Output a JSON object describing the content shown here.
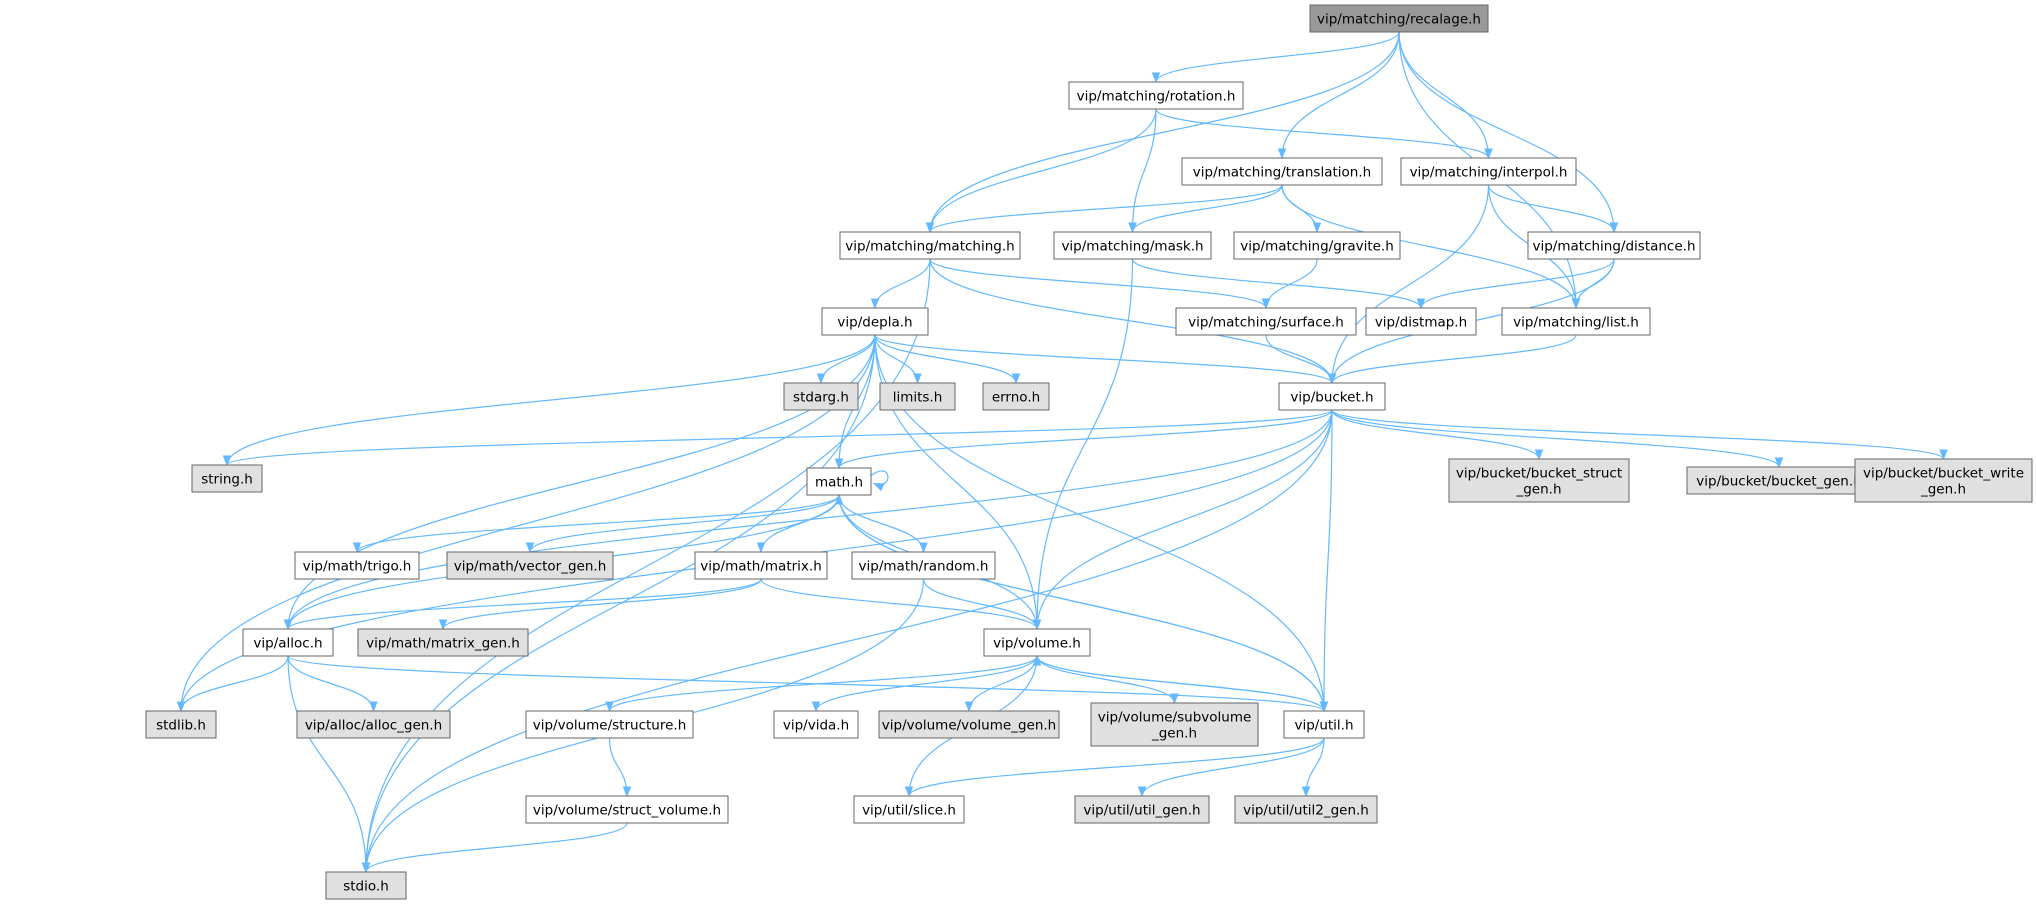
{
  "colors": {
    "edge": "#63b8ff",
    "root_fill": "#999999",
    "internal_fill": "#ffffff",
    "external_fill": "#e0e0e0",
    "border": "#666666"
  },
  "nodes": [
    {
      "id": "recalage",
      "label": "vip/matching/recalage.h",
      "kind": "root"
    },
    {
      "id": "rotation",
      "label": "vip/matching/rotation.h",
      "kind": "internal"
    },
    {
      "id": "translation",
      "label": "vip/matching/translation.h",
      "kind": "internal"
    },
    {
      "id": "interpol",
      "label": "vip/matching/interpol.h",
      "kind": "internal"
    },
    {
      "id": "matching",
      "label": "vip/matching/matching.h",
      "kind": "internal"
    },
    {
      "id": "mask",
      "label": "vip/matching/mask.h",
      "kind": "internal"
    },
    {
      "id": "gravite",
      "label": "vip/matching/gravite.h",
      "kind": "internal"
    },
    {
      "id": "distance",
      "label": "vip/matching/distance.h",
      "kind": "internal"
    },
    {
      "id": "depla",
      "label": "vip/depla.h",
      "kind": "internal"
    },
    {
      "id": "surface",
      "label": "vip/matching/surface.h",
      "kind": "internal"
    },
    {
      "id": "distmap",
      "label": "vip/distmap.h",
      "kind": "internal"
    },
    {
      "id": "list",
      "label": "vip/matching/list.h",
      "kind": "internal"
    },
    {
      "id": "stdarg",
      "label": "stdarg.h",
      "kind": "external"
    },
    {
      "id": "limits",
      "label": "limits.h",
      "kind": "external"
    },
    {
      "id": "errno",
      "label": "errno.h",
      "kind": "external"
    },
    {
      "id": "bucket",
      "label": "vip/bucket.h",
      "kind": "internal"
    },
    {
      "id": "string",
      "label": "string.h",
      "kind": "external"
    },
    {
      "id": "math",
      "label": "math.h",
      "kind": "internal"
    },
    {
      "id": "bstruct",
      "label": "vip/bucket/bucket_struct\n_gen.h",
      "kind": "external"
    },
    {
      "id": "bgen",
      "label": "vip/bucket/bucket_gen.h",
      "kind": "external"
    },
    {
      "id": "bwrite",
      "label": "vip/bucket/bucket_write\n_gen.h",
      "kind": "external"
    },
    {
      "id": "trigo",
      "label": "vip/math/trigo.h",
      "kind": "internal"
    },
    {
      "id": "vecgen",
      "label": "vip/math/vector_gen.h",
      "kind": "external"
    },
    {
      "id": "matrix",
      "label": "vip/math/matrix.h",
      "kind": "internal"
    },
    {
      "id": "random",
      "label": "vip/math/random.h",
      "kind": "internal"
    },
    {
      "id": "alloc",
      "label": "vip/alloc.h",
      "kind": "internal"
    },
    {
      "id": "matgen",
      "label": "vip/math/matrix_gen.h",
      "kind": "external"
    },
    {
      "id": "volume",
      "label": "vip/volume.h",
      "kind": "internal"
    },
    {
      "id": "stdlib",
      "label": "stdlib.h",
      "kind": "external"
    },
    {
      "id": "allocgen",
      "label": "vip/alloc/alloc_gen.h",
      "kind": "external"
    },
    {
      "id": "vstruct",
      "label": "vip/volume/structure.h",
      "kind": "internal"
    },
    {
      "id": "vida",
      "label": "vip/vida.h",
      "kind": "internal"
    },
    {
      "id": "volgen",
      "label": "vip/volume/volume_gen.h",
      "kind": "external"
    },
    {
      "id": "subvol",
      "label": "vip/volume/subvolume\n_gen.h",
      "kind": "external"
    },
    {
      "id": "util",
      "label": "vip/util.h",
      "kind": "internal"
    },
    {
      "id": "structvol",
      "label": "vip/volume/struct_volume.h",
      "kind": "internal"
    },
    {
      "id": "slice",
      "label": "vip/util/slice.h",
      "kind": "internal"
    },
    {
      "id": "utilgen",
      "label": "vip/util/util_gen.h",
      "kind": "external"
    },
    {
      "id": "util2gen",
      "label": "vip/util/util2_gen.h",
      "kind": "external"
    },
    {
      "id": "stdio",
      "label": "stdio.h",
      "kind": "external"
    }
  ],
  "edges": [
    [
      "recalage",
      "rotation"
    ],
    [
      "recalage",
      "translation"
    ],
    [
      "recalage",
      "interpol"
    ],
    [
      "recalage",
      "matching"
    ],
    [
      "recalage",
      "distance"
    ],
    [
      "recalage",
      "list"
    ],
    [
      "rotation",
      "matching"
    ],
    [
      "rotation",
      "mask"
    ],
    [
      "rotation",
      "interpol"
    ],
    [
      "translation",
      "matching"
    ],
    [
      "translation",
      "mask"
    ],
    [
      "translation",
      "gravite"
    ],
    [
      "translation",
      "list"
    ],
    [
      "interpol",
      "distance"
    ],
    [
      "interpol",
      "list"
    ],
    [
      "interpol",
      "bucket"
    ],
    [
      "matching",
      "depla"
    ],
    [
      "matching",
      "surface"
    ],
    [
      "matching",
      "bucket"
    ],
    [
      "matching",
      "stdio"
    ],
    [
      "mask",
      "distmap"
    ],
    [
      "mask",
      "volume"
    ],
    [
      "gravite",
      "surface"
    ],
    [
      "distance",
      "distmap"
    ],
    [
      "distance",
      "list"
    ],
    [
      "distance",
      "bucket"
    ],
    [
      "surface",
      "bucket"
    ],
    [
      "list",
      "bucket"
    ],
    [
      "depla",
      "stdarg"
    ],
    [
      "depla",
      "limits"
    ],
    [
      "depla",
      "errno"
    ],
    [
      "depla",
      "bucket"
    ],
    [
      "depla",
      "string"
    ],
    [
      "depla",
      "math"
    ],
    [
      "depla",
      "alloc"
    ],
    [
      "depla",
      "volume"
    ],
    [
      "depla",
      "util"
    ],
    [
      "depla",
      "stdlib"
    ],
    [
      "depla",
      "stdio"
    ],
    [
      "bucket",
      "string"
    ],
    [
      "bucket",
      "math"
    ],
    [
      "bucket",
      "bstruct"
    ],
    [
      "bucket",
      "bgen"
    ],
    [
      "bucket",
      "bwrite"
    ],
    [
      "bucket",
      "alloc"
    ],
    [
      "bucket",
      "volume"
    ],
    [
      "bucket",
      "util"
    ],
    [
      "bucket",
      "stdlib"
    ],
    [
      "bucket",
      "stdio"
    ],
    [
      "math",
      "math"
    ],
    [
      "math",
      "trigo"
    ],
    [
      "math",
      "vecgen"
    ],
    [
      "math",
      "matrix"
    ],
    [
      "math",
      "random"
    ],
    [
      "math",
      "alloc"
    ],
    [
      "math",
      "volume"
    ],
    [
      "math",
      "util"
    ],
    [
      "matrix",
      "alloc"
    ],
    [
      "matrix",
      "matgen"
    ],
    [
      "matrix",
      "volume"
    ],
    [
      "random",
      "volume"
    ],
    [
      "random",
      "stdio"
    ],
    [
      "alloc",
      "stdlib"
    ],
    [
      "alloc",
      "allocgen"
    ],
    [
      "alloc",
      "stdio"
    ],
    [
      "alloc",
      "util"
    ],
    [
      "volume",
      "vstruct"
    ],
    [
      "volume",
      "vida"
    ],
    [
      "volume",
      "volgen"
    ],
    [
      "volume",
      "subvol"
    ],
    [
      "volume",
      "util"
    ],
    [
      "vstruct",
      "structvol"
    ],
    [
      "structvol",
      "stdio"
    ],
    [
      "util",
      "math"
    ],
    [
      "util",
      "volume"
    ],
    [
      "util",
      "slice"
    ],
    [
      "util",
      "utilgen"
    ],
    [
      "util",
      "util2gen"
    ],
    [
      "slice",
      "volume"
    ]
  ]
}
